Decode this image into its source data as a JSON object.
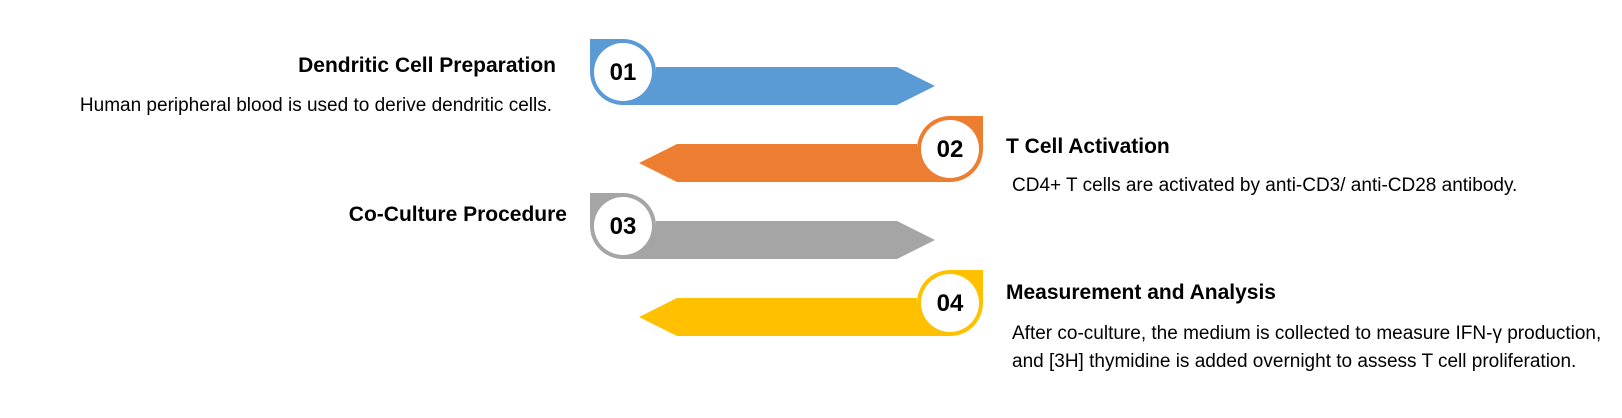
{
  "steps": [
    {
      "number": "01",
      "title": "Dendritic Cell Preparation",
      "description": "Human peripheral blood is used to derive dendritic cells.",
      "color": "#5B9BD5"
    },
    {
      "number": "02",
      "title": "T Cell Activation",
      "description": "CD4+ T cells are activated by anti-CD3/ anti-CD28 antibody.",
      "color": "#ED7D31"
    },
    {
      "number": "03",
      "title": "Co-Culture Procedure",
      "description": "",
      "color": "#A5A5A5"
    },
    {
      "number": "04",
      "title": "Measurement and Analysis",
      "description": "After co-culture, the medium is collected to measure IFN-γ production, and [3H] thymidine is added overnight to assess T cell proliferation.",
      "color": "#FFC000"
    }
  ]
}
